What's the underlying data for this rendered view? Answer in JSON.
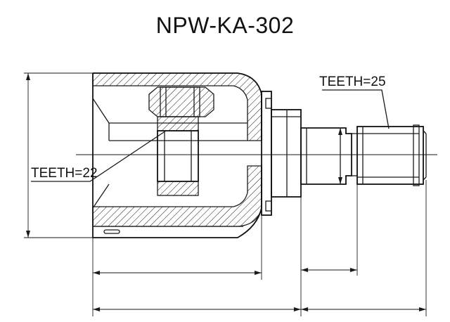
{
  "title": "NPW-KA-302",
  "labels": {
    "spline_right": "TEETH=25",
    "spline_left": "TEETH=22"
  },
  "colors": {
    "line": "#1a1a1a",
    "background": "#ffffff"
  }
}
